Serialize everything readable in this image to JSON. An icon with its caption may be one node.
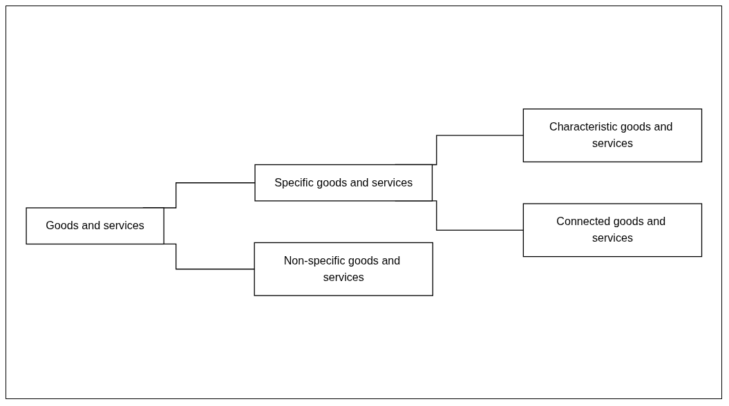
{
  "diagram": {
    "nodes": [
      {
        "text": [
          "Goods and services"
        ]
      },
      {
        "text": [
          "Specific goods and services"
        ]
      },
      {
        "text": [
          "Characteristic goods and services"
        ]
      },
      {
        "text": [
          "Connected goods and services"
        ]
      },
      {
        "text": [
          "Non-specific goods and services"
        ]
      }
    ],
    "edges": [
      {
        "from": 0,
        "to": 1,
        "arrow": "none"
      },
      {
        "from": 1,
        "to": 2,
        "arrow": "none"
      },
      {
        "from": 1,
        "to": 3,
        "arrow": "none"
      },
      {
        "from": 0,
        "to": 4,
        "arrow": "none"
      }
    ]
  }
}
